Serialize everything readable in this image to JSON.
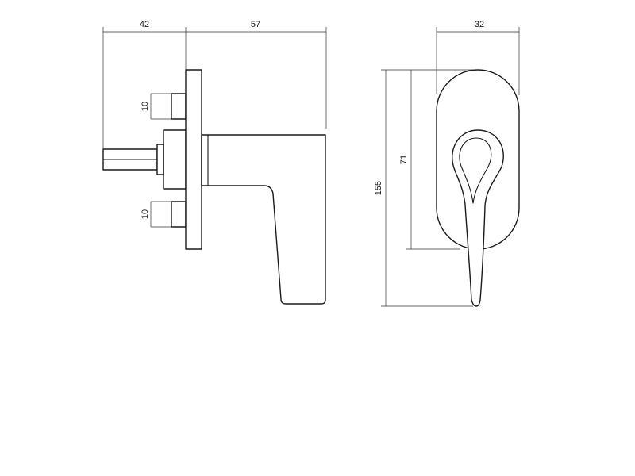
{
  "dimensions": {
    "side_offset": "42",
    "side_length": "57",
    "screw_top": "10",
    "screw_bottom": "10",
    "front_width": "32",
    "front_rose_height": "71",
    "front_total_height": "155"
  },
  "icons": {
    "side_view": "window-handle-side-view",
    "front_view": "window-handle-front-view"
  },
  "colors": {
    "line": "#1a1a1a",
    "background": "#ffffff"
  }
}
